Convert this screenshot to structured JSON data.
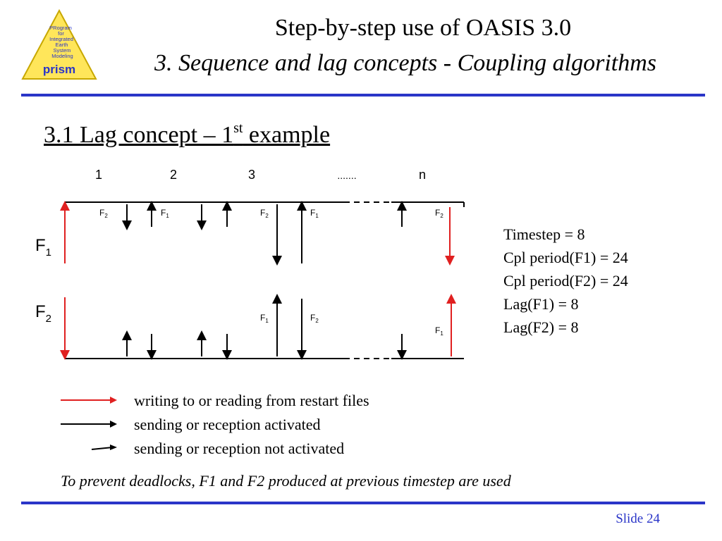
{
  "logo": {
    "lines": [
      "PRogram",
      "for",
      "Integrated",
      "Earth",
      "System",
      "Modeling"
    ],
    "name": "prism",
    "icon": "prism-triangle-logo",
    "colors": {
      "triangle": "#ffe65a",
      "text": "#2a35c8"
    }
  },
  "header": {
    "title": "Step-by-step use of OASIS 3.0",
    "subtitle": "3. Sequence and lag concepts - Coupling algorithms"
  },
  "section": {
    "title": "3.1 Lag concept – 1",
    "superscript": "st",
    "suffix": " example"
  },
  "diagram": {
    "timesteps": [
      "1",
      "2",
      "3",
      ".......",
      "n"
    ],
    "rows": [
      {
        "label": "F",
        "sub": "1"
      },
      {
        "label": "F",
        "sub": "2"
      }
    ],
    "arrow_labels": {
      "f1": "F",
      "f1_sub": "1",
      "f2": "F",
      "f2_sub": "2"
    },
    "colors": {
      "restart": "#e02020",
      "activated": "#000000"
    }
  },
  "params": [
    "Timestep  = 8",
    "Cpl period(F1) = 24",
    "Cpl period(F2) = 24",
    "Lag(F1) = 8",
    "Lag(F2) = 8"
  ],
  "legend": [
    {
      "text": "writing to or reading from restart files",
      "style": "red-arrow"
    },
    {
      "text": "sending or reception activated",
      "style": "black-arrow"
    },
    {
      "text": "sending or reception not activated",
      "style": "short-black-arrow"
    }
  ],
  "note": "To prevent deadlocks, F1 and F2 produced at previous timestep are used",
  "footer": {
    "slide": "Slide 24"
  },
  "theme": {
    "rule_color": "#2a35c8"
  }
}
